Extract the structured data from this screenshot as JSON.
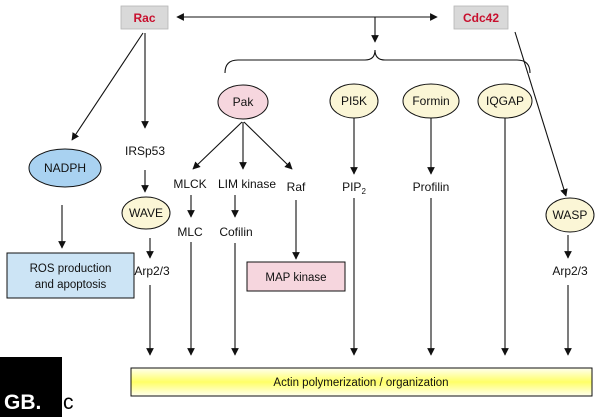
{
  "nodes": {
    "rac": "Rac",
    "cdc42": "Cdc42",
    "nadph": "NADPH",
    "irsp53": "IRSp53",
    "wave": "WAVE",
    "arp23_left": "Arp2/3",
    "ros": [
      "ROS production",
      "and apoptosis"
    ],
    "pak": "Pak",
    "mlck": "MLCK",
    "mlc": "MLC",
    "lim_kinase": "LIM kinase",
    "cofilin": "Cofilin",
    "raf": "Raf",
    "map_kinase": "MAP kinase",
    "pi5k": "PI5K",
    "pip2_base": "PIP",
    "pip2_sub": "2",
    "formin": "Formin",
    "profilin": "Profilin",
    "iqgap": "IQGAP",
    "wasp": "WASP",
    "arp23_right": "Arp2/3",
    "actin": "Actin polymerization / organization"
  },
  "logo": {
    "text_main": "GB.",
    "text_tail": "c"
  },
  "colors": {
    "line": "#111111",
    "grey_box": "#d9d9d9",
    "red_text": "#c8102e",
    "pink": "#f6d6de",
    "light_yellow": "#fbf6d6",
    "light_blue": "#cce4f5",
    "nadph_blue": "#a9d2f1",
    "actin_yellow": "#ffff66",
    "logo_bg": "#000000"
  }
}
